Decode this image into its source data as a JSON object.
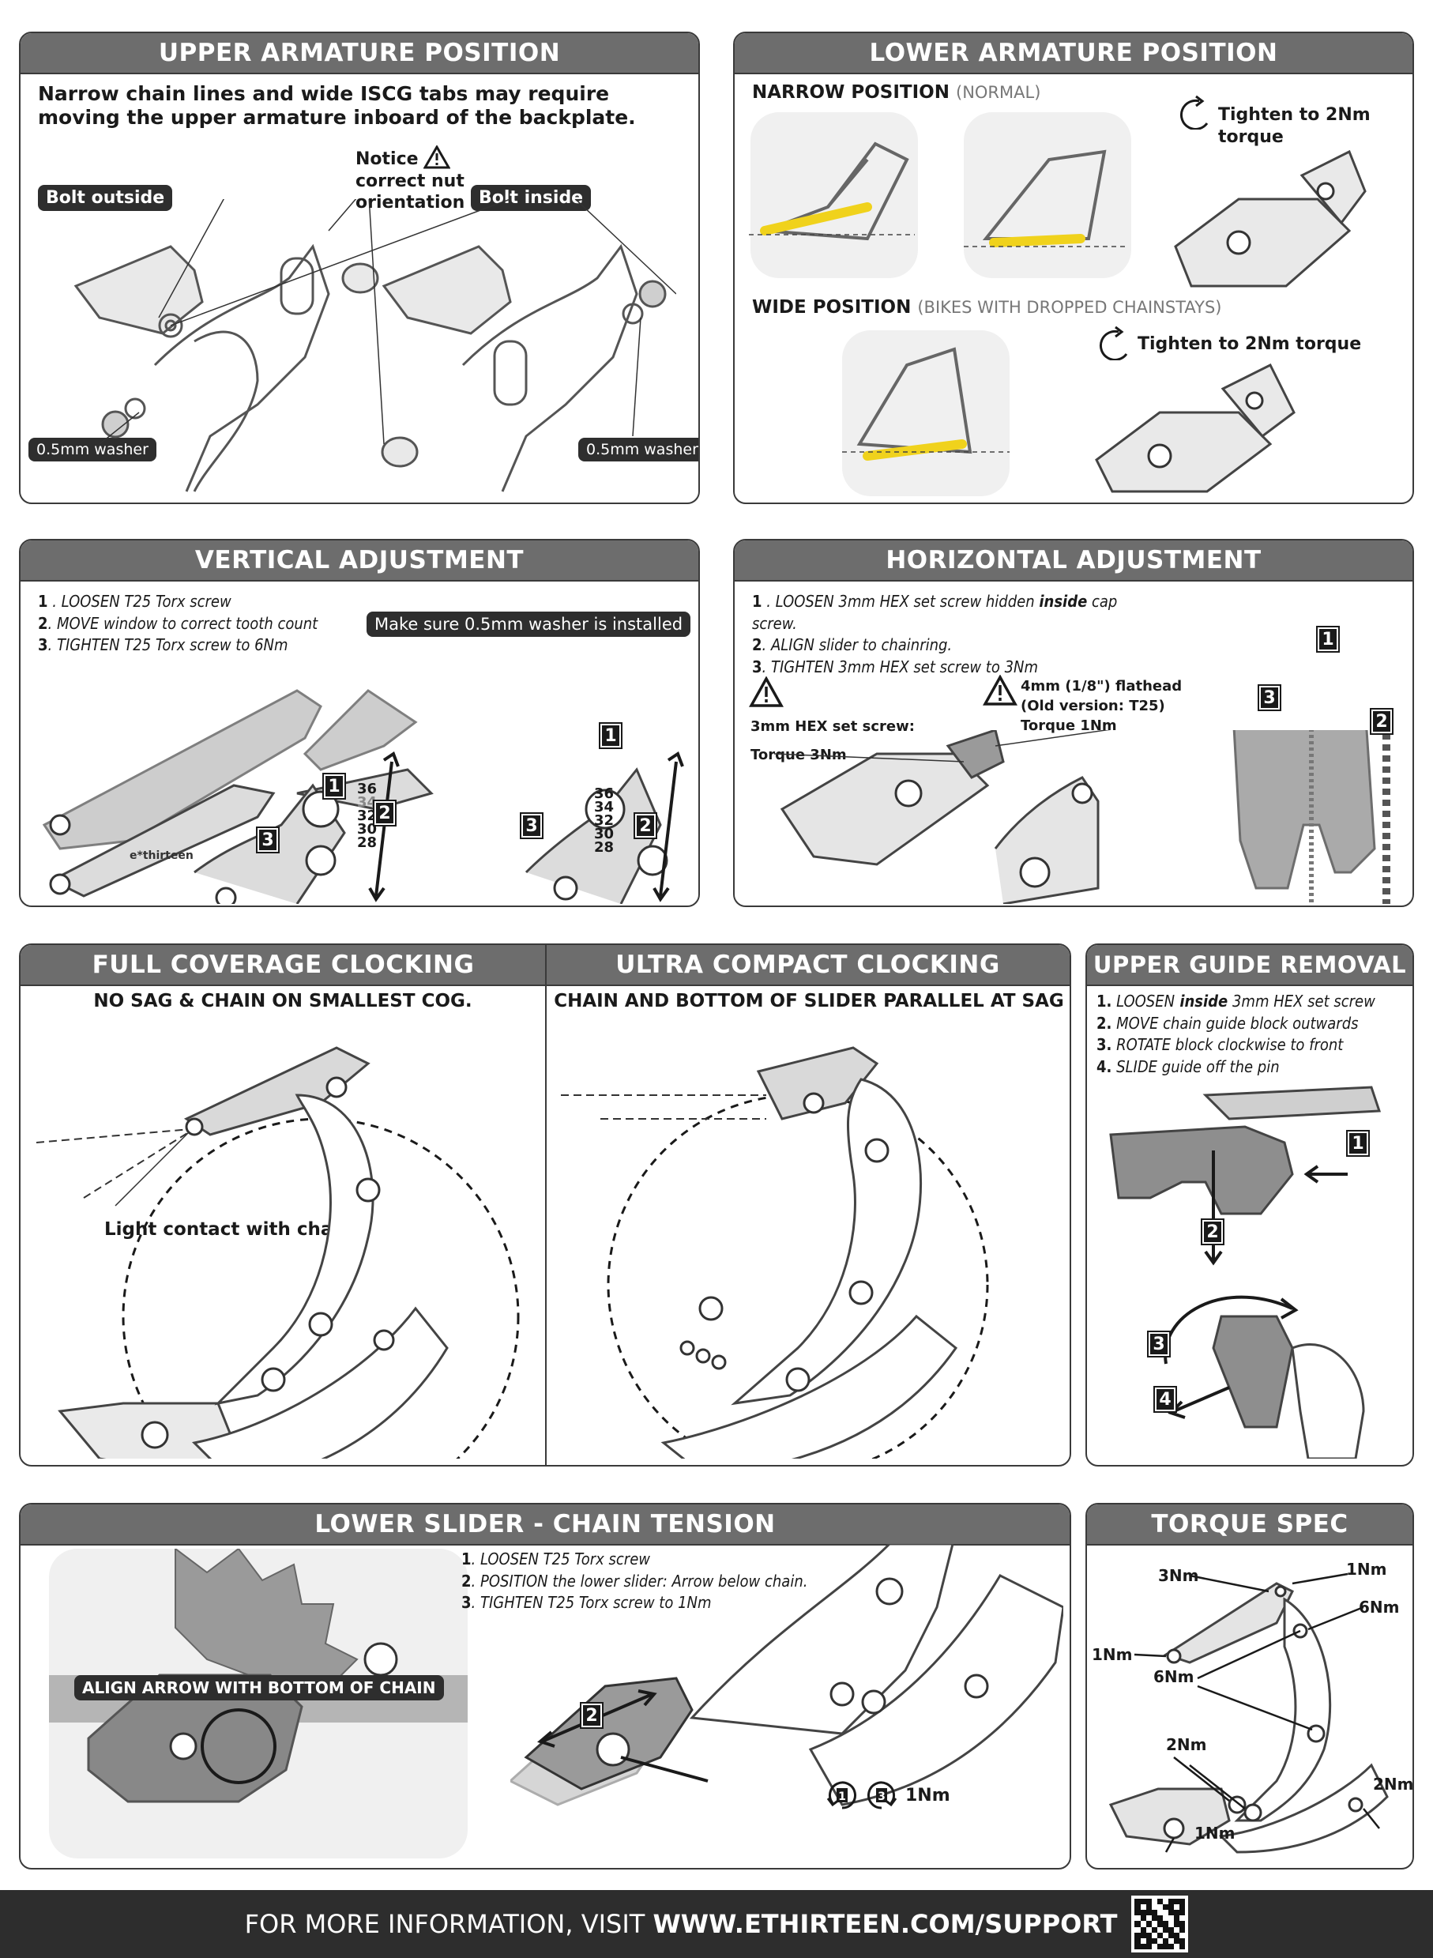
{
  "upper_armature": {
    "title": "UPPER ARMATURE POSITION",
    "intro": "Narrow chain lines and wide ISCG tabs may require moving the upper armature inboard of the backplate.",
    "bolt_outside": "Bolt outside",
    "bolt_inside": "Bolt inside",
    "notice": "Notice\ncorrect nut\norientation",
    "washer_left": "0.5mm washer",
    "washer_right": "0.5mm washer"
  },
  "lower_armature": {
    "title": "LOWER ARMATURE POSITION",
    "narrow_label": "NARROW POSITION",
    "narrow_note": "(NORMAL)",
    "wide_label": "WIDE POSITION",
    "wide_note": "(BIKES WITH DROPPED CHAINSTAYS)",
    "torque_1": "Tighten to 2Nm torque",
    "torque_2": "Tighten to 2Nm torque"
  },
  "vertical": {
    "title": "VERTICAL ADJUSTMENT",
    "steps": [
      {
        "n": "1",
        "verb": "LOOSEN",
        "rest": " T25 Torx screw"
      },
      {
        "n": "2",
        "verb": "MOVE",
        "rest": " window to correct tooth count"
      },
      {
        "n": "3",
        "verb": "TIGHTEN",
        "rest": " T25 Torx screw to 6Nm"
      }
    ],
    "washer_tag": "Make sure 0.5mm washer is installed",
    "teeth": [
      "36",
      "34",
      "32",
      "30",
      "28"
    ],
    "brand": "e*thirteen",
    "num_1": "1",
    "num_2": "2",
    "num_3": "3"
  },
  "horizontal": {
    "title": "HORIZONTAL ADJUSTMENT",
    "steps": [
      {
        "n": "1",
        "verb": "LOOSEN",
        "mid": " 3mm HEX set screw hidden ",
        "em": "inside",
        "rest": " cap screw."
      },
      {
        "n": "2",
        "verb": "ALIGN",
        "rest": " slider to chainring."
      },
      {
        "n": "3",
        "verb": "TIGHTEN",
        "rest": " 3mm HEX set screw to 3Nm"
      }
    ],
    "warn_left_line1": "3mm HEX set screw:",
    "warn_left_line2": "Torque 3Nm",
    "warn_right": "4mm (1/8\") flathead\n(Old version: T25)\nTorque 1Nm",
    "num_1": "1",
    "num_2": "2",
    "num_3": "3"
  },
  "full_coverage": {
    "title": "FULL COVERAGE CLOCKING",
    "sub": "NO SAG & CHAIN ON SMALLEST COG.",
    "contact": "Light contact with chain"
  },
  "ultra_compact": {
    "title": "ULTRA COMPACT CLOCKING",
    "sub": "CHAIN AND BOTTOM OF SLIDER PARALLEL AT SAG"
  },
  "upper_guide": {
    "title": "UPPER GUIDE REMOVAL",
    "steps": [
      {
        "n": "1.",
        "verb": "LOOSEN",
        "em": " inside",
        "rest": " 3mm HEX set screw"
      },
      {
        "n": "2.",
        "verb": "MOVE",
        "rest": " chain guide block outwards"
      },
      {
        "n": "3.",
        "verb": "ROTATE",
        "rest": " block clockwise to front"
      },
      {
        "n": "4.",
        "verb": "SLIDE",
        "rest": " guide off the pin"
      }
    ],
    "num_1": "1",
    "num_2": "2",
    "num_3": "3",
    "num_4": "4"
  },
  "lower_slider": {
    "title": "LOWER SLIDER - CHAIN TENSION",
    "steps": [
      {
        "n": "1",
        "verb": "LOOSEN",
        "rest": " T25 Torx screw"
      },
      {
        "n": "2",
        "verb": "POSITION",
        "rest": " the lower slider: Arrow below chain."
      },
      {
        "n": "3",
        "verb": "TIGHTEN",
        "rest": " T25 Torx screw to 1Nm"
      }
    ],
    "align_tag": "ALIGN ARROW WITH BOTTOM OF CHAIN",
    "torque": "1Nm",
    "num_1": "1",
    "num_2": "2",
    "num_3": "3"
  },
  "torque_spec": {
    "title": "TORQUE SPEC",
    "labels": {
      "a": "3Nm",
      "b": "1Nm",
      "c": "6Nm",
      "d": "1Nm",
      "e": "6Nm",
      "f": "2Nm",
      "g": "2Nm",
      "h": "1Nm"
    }
  },
  "footer": {
    "prefix": "FOR MORE INFORMATION, VISIT ",
    "url": "WWW.ETHIRTEEN.COM/SUPPORT"
  },
  "colors": {
    "header": "#6d6d6d",
    "dark": "#2e2e2e",
    "accent": "#f0d21c"
  }
}
